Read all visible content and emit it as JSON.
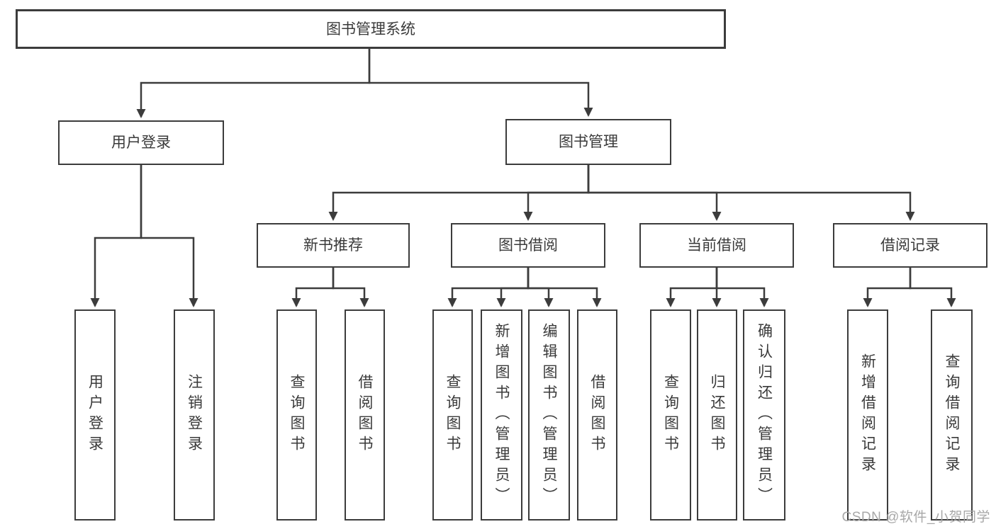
{
  "tree": {
    "label": "图书管理系统",
    "children": [
      {
        "label": "用户登录",
        "children": [
          {
            "label": "用户登录"
          },
          {
            "label": "注销登录"
          }
        ]
      },
      {
        "label": "图书管理",
        "children": [
          {
            "label": "新书推荐",
            "children": [
              {
                "label": "查询图书"
              },
              {
                "label": "借阅图书"
              }
            ]
          },
          {
            "label": "图书借阅",
            "children": [
              {
                "label": "查询图书"
              },
              {
                "label": "新增图书（管理员）"
              },
              {
                "label": "编辑图书（管理员）"
              },
              {
                "label": "借阅图书"
              }
            ]
          },
          {
            "label": "当前借阅",
            "children": [
              {
                "label": "查询图书"
              },
              {
                "label": "归还图书"
              },
              {
                "label": "确认归还（管理员）"
              }
            ]
          },
          {
            "label": "借阅记录",
            "children": [
              {
                "label": "新增借阅记录"
              },
              {
                "label": "查询借阅记录"
              }
            ]
          }
        ]
      }
    ]
  },
  "watermark": {
    "text": "CSDN @软件_小贺同学"
  },
  "colors": {
    "line": "#3c3c3c",
    "box_border": "#3c3c3c",
    "box_fill": "#ffffff",
    "text": "#3a3a3a",
    "watermark_text": "#a8a8a8"
  }
}
